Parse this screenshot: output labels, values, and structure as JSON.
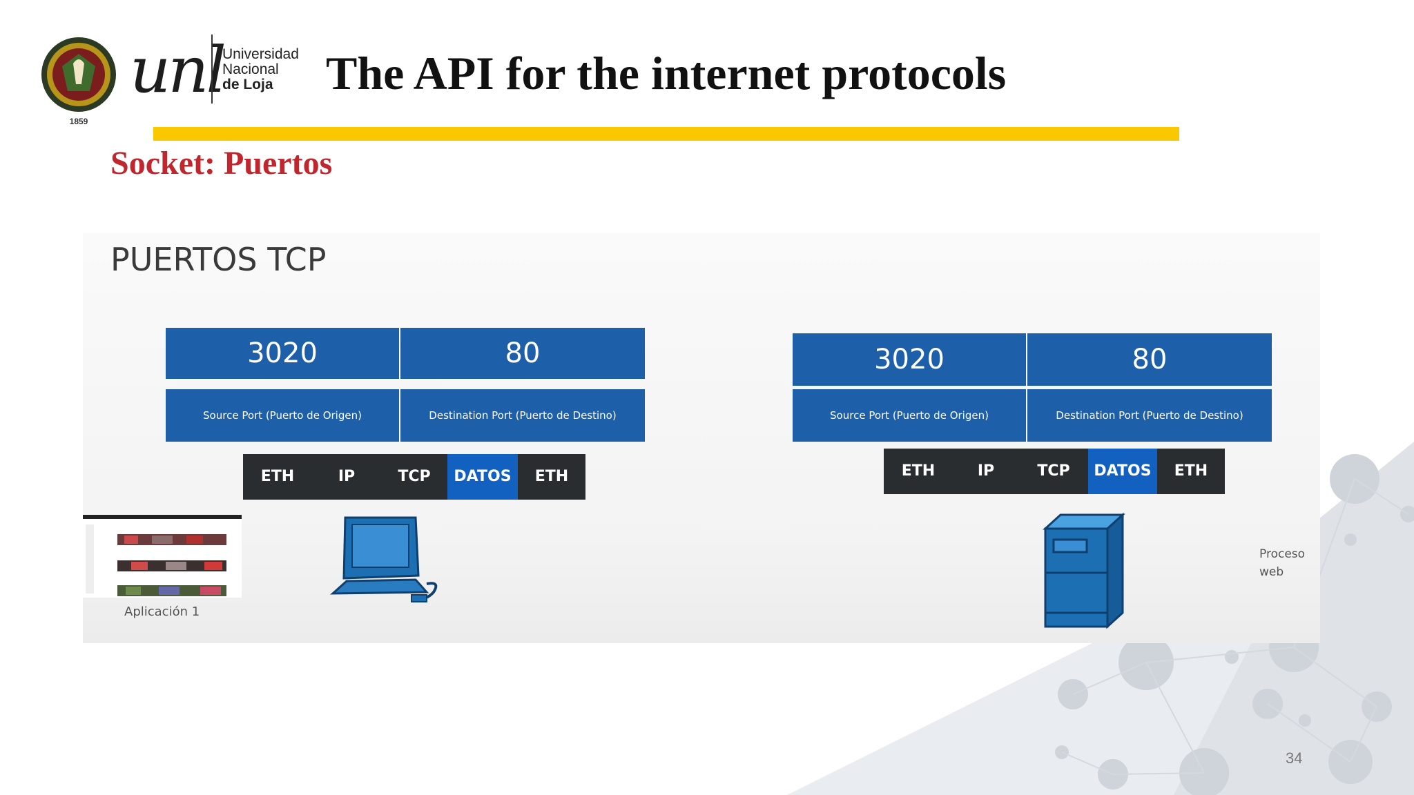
{
  "slide": {
    "title": "The API for the internet protocols",
    "subtitle": "Socket: Puertos",
    "page_number": "34"
  },
  "logo": {
    "seal_year": "1859",
    "wordmark": "unl",
    "name_line1": "Universidad",
    "name_line2": "Nacional",
    "name_line3": "de Loja"
  },
  "diagram": {
    "heading": "PUERTOS TCP",
    "left": {
      "source_port": "3020",
      "dest_port": "80",
      "source_label": "Source Port (Puerto de Origen)",
      "dest_label": "Destination Port (Puerto de Destino)",
      "frame": [
        "ETH",
        "IP",
        "TCP",
        "DATOS",
        "ETH"
      ]
    },
    "right": {
      "source_port": "3020",
      "dest_port": "80",
      "source_label": "Source Port (Puerto de Origen)",
      "dest_label": "Destination Port (Puerto de Destino)",
      "frame": [
        "ETH",
        "IP",
        "TCP",
        "DATOS",
        "ETH"
      ]
    },
    "app_label": "Aplicación 1",
    "process_label_line1": "Proceso",
    "process_label_line2": "web"
  },
  "colors": {
    "accent_yellow": "#f9c800",
    "subtitle_red": "#c0262e",
    "port_blue": "#1d5fa8",
    "frame_dark": "#2a2d30",
    "datos_blue": "#1260c0"
  },
  "icons": [
    "university-seal-icon",
    "computer-icon",
    "server-icon"
  ]
}
